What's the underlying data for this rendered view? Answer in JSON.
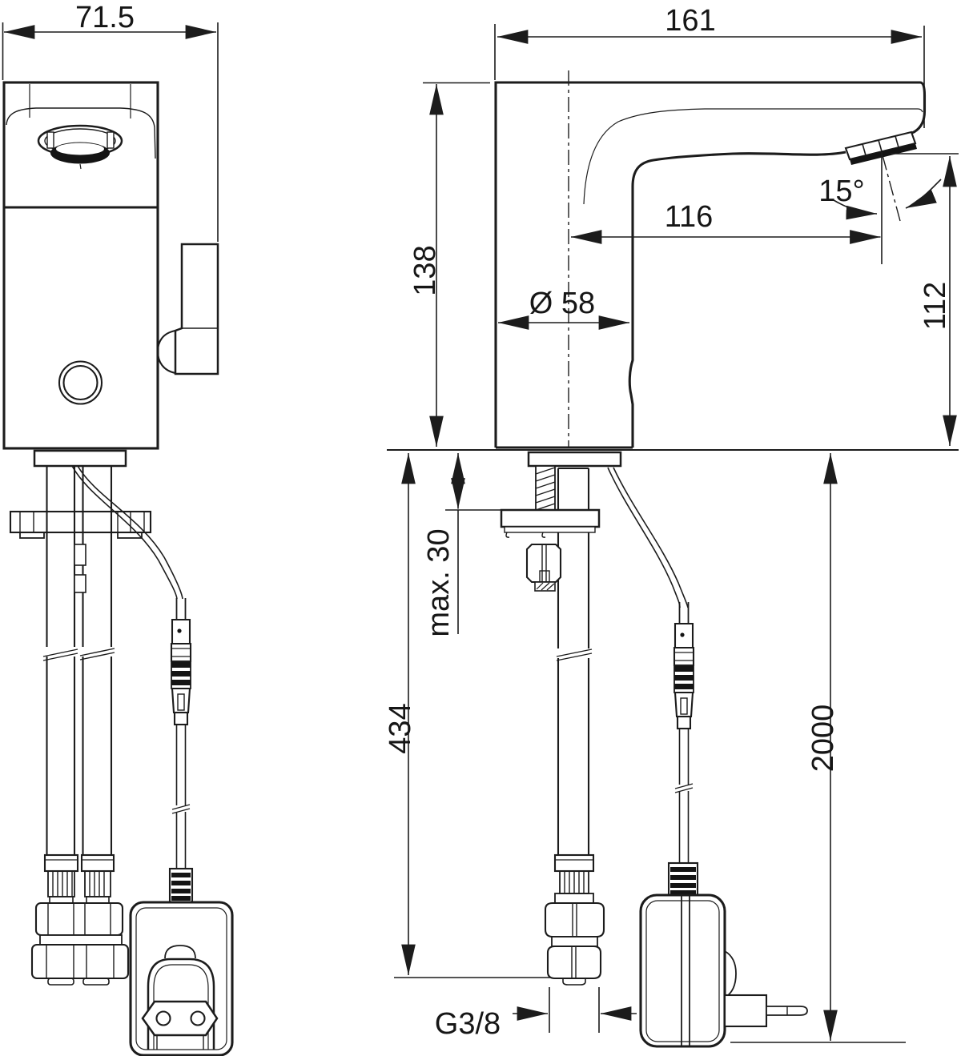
{
  "drawing": {
    "title": "Sensor faucet dimensional drawing, two views",
    "background": "#ffffff",
    "line_color": "#1c1c1c",
    "views": [
      {
        "id": "front",
        "description": "front view with supply hoses, sensor cable and Euro plug"
      },
      {
        "id": "side",
        "description": "side view with spout, under-counter fixing, cable and plug-in power supply"
      }
    ],
    "dimensions": {
      "front_overall_width": "71.5",
      "side_overall_length": "161",
      "body_height": "138",
      "spout_reach": "116",
      "outlet_angle": "15°",
      "base_diameter": "Ø 58",
      "outlet_height": "112",
      "max_deck_thickness": "max. 30",
      "hose_length": "434",
      "power_cable_length": "2000",
      "connection_thread": "G3/8"
    }
  }
}
